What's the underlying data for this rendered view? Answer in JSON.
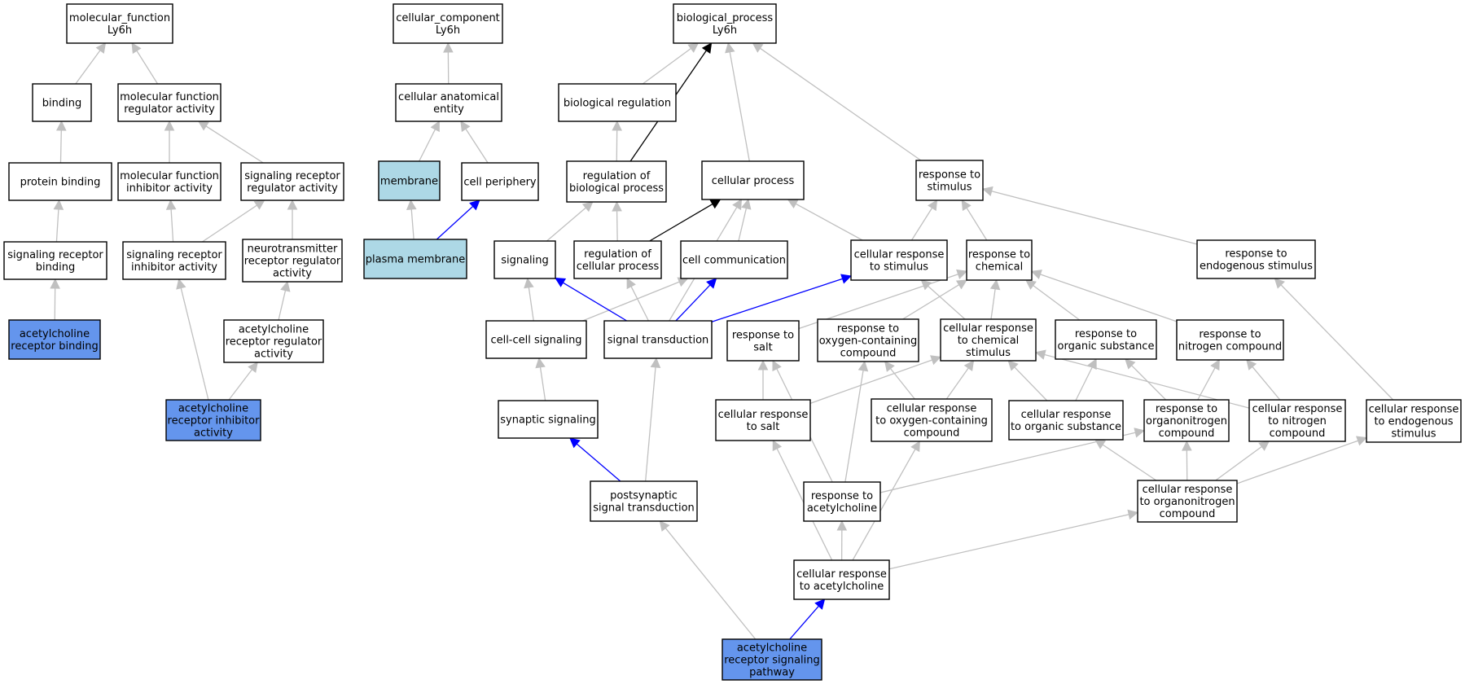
{
  "colors": {
    "node_default": "#ffffff",
    "node_highlight": "#6495ed",
    "node_component": "#add8e6",
    "edge_gray": "#c0c0c0",
    "edge_blue": "#0000ff",
    "edge_black": "#000000"
  },
  "nodes": [
    {
      "id": "mf_root",
      "lines": [
        "molecular_function",
        "Ly6h"
      ],
      "kind": "default"
    },
    {
      "id": "binding",
      "lines": [
        "binding"
      ],
      "kind": "default"
    },
    {
      "id": "mf_reg",
      "lines": [
        "molecular function",
        "regulator activity"
      ],
      "kind": "default"
    },
    {
      "id": "protein_binding",
      "lines": [
        "protein binding"
      ],
      "kind": "default"
    },
    {
      "id": "mf_inhib",
      "lines": [
        "molecular function",
        "inhibitor activity"
      ],
      "kind": "default"
    },
    {
      "id": "sig_rec_reg",
      "lines": [
        "signaling receptor",
        "regulator activity"
      ],
      "kind": "default"
    },
    {
      "id": "sig_rec_binding",
      "lines": [
        "signaling receptor",
        "binding"
      ],
      "kind": "default"
    },
    {
      "id": "sig_rec_inhib",
      "lines": [
        "signaling receptor",
        "inhibitor activity"
      ],
      "kind": "default"
    },
    {
      "id": "nt_rec_reg",
      "lines": [
        "neurotransmitter",
        "receptor regulator",
        "activity"
      ],
      "kind": "default"
    },
    {
      "id": "ach_rec_binding",
      "lines": [
        "acetylcholine",
        "receptor binding"
      ],
      "kind": "highlight"
    },
    {
      "id": "ach_rec_reg",
      "lines": [
        "acetylcholine",
        "receptor regulator",
        "activity"
      ],
      "kind": "default"
    },
    {
      "id": "ach_rec_inhib",
      "lines": [
        "acetylcholine",
        "receptor inhibitor",
        "activity"
      ],
      "kind": "highlight"
    },
    {
      "id": "cc_root",
      "lines": [
        "cellular_component",
        "Ly6h"
      ],
      "kind": "default"
    },
    {
      "id": "cae",
      "lines": [
        "cellular anatomical",
        "entity"
      ],
      "kind": "default"
    },
    {
      "id": "membrane",
      "lines": [
        "membrane"
      ],
      "kind": "component"
    },
    {
      "id": "cell_periphery",
      "lines": [
        "cell periphery"
      ],
      "kind": "default"
    },
    {
      "id": "plasma_membrane",
      "lines": [
        "plasma membrane"
      ],
      "kind": "component"
    },
    {
      "id": "bp_root",
      "lines": [
        "biological_process",
        "Ly6h"
      ],
      "kind": "default"
    },
    {
      "id": "bio_reg",
      "lines": [
        "biological regulation"
      ],
      "kind": "default"
    },
    {
      "id": "reg_bio_proc",
      "lines": [
        "regulation of",
        "biological process"
      ],
      "kind": "default"
    },
    {
      "id": "cell_proc",
      "lines": [
        "cellular process"
      ],
      "kind": "default"
    },
    {
      "id": "resp_stim",
      "lines": [
        "response to",
        "stimulus"
      ],
      "kind": "default"
    },
    {
      "id": "signaling",
      "lines": [
        "signaling"
      ],
      "kind": "default"
    },
    {
      "id": "reg_cell_proc",
      "lines": [
        "regulation of",
        "cellular process"
      ],
      "kind": "default"
    },
    {
      "id": "cell_comm",
      "lines": [
        "cell communication"
      ],
      "kind": "default"
    },
    {
      "id": "cell_resp_stim",
      "lines": [
        "cellular response",
        "to stimulus"
      ],
      "kind": "default"
    },
    {
      "id": "resp_chem",
      "lines": [
        "response to",
        "chemical"
      ],
      "kind": "default"
    },
    {
      "id": "resp_endo",
      "lines": [
        "response to",
        "endogenous stimulus"
      ],
      "kind": "default"
    },
    {
      "id": "cc_sig",
      "lines": [
        "cell-cell signaling"
      ],
      "kind": "default"
    },
    {
      "id": "sig_trans",
      "lines": [
        "signal transduction"
      ],
      "kind": "default"
    },
    {
      "id": "resp_salt",
      "lines": [
        "response to",
        "salt"
      ],
      "kind": "default"
    },
    {
      "id": "resp_oxy",
      "lines": [
        "response to",
        "oxygen-containing",
        "compound"
      ],
      "kind": "default"
    },
    {
      "id": "cell_resp_chem",
      "lines": [
        "cellular response",
        "to chemical",
        "stimulus"
      ],
      "kind": "default"
    },
    {
      "id": "resp_org",
      "lines": [
        "response to",
        "organic substance"
      ],
      "kind": "default"
    },
    {
      "id": "resp_nitro",
      "lines": [
        "response to",
        "nitrogen compound"
      ],
      "kind": "default"
    },
    {
      "id": "syn_sig",
      "lines": [
        "synaptic signaling"
      ],
      "kind": "default"
    },
    {
      "id": "cell_resp_salt",
      "lines": [
        "cellular response",
        "to salt"
      ],
      "kind": "default"
    },
    {
      "id": "cell_resp_oxy",
      "lines": [
        "cellular response",
        "to oxygen-containing",
        "compound"
      ],
      "kind": "default"
    },
    {
      "id": "cell_resp_org",
      "lines": [
        "cellular response",
        "to organic substance"
      ],
      "kind": "default"
    },
    {
      "id": "resp_orgnitro",
      "lines": [
        "response to",
        "organonitrogen",
        "compound"
      ],
      "kind": "default"
    },
    {
      "id": "cell_resp_nitro",
      "lines": [
        "cellular response",
        "to nitrogen",
        "compound"
      ],
      "kind": "default"
    },
    {
      "id": "cell_resp_endo",
      "lines": [
        "cellular response",
        "to endogenous",
        "stimulus"
      ],
      "kind": "default"
    },
    {
      "id": "postsyn",
      "lines": [
        "postsynaptic",
        "signal transduction"
      ],
      "kind": "default"
    },
    {
      "id": "resp_ach",
      "lines": [
        "response to",
        "acetylcholine"
      ],
      "kind": "default"
    },
    {
      "id": "cell_resp_orgnitro",
      "lines": [
        "cellular response",
        "to organonitrogen",
        "compound"
      ],
      "kind": "default"
    },
    {
      "id": "cell_resp_ach",
      "lines": [
        "cellular response",
        "to acetylcholine"
      ],
      "kind": "default"
    },
    {
      "id": "ach_path",
      "lines": [
        "acetylcholine",
        "receptor signaling",
        "pathway"
      ],
      "kind": "highlight"
    }
  ],
  "edges": [
    {
      "from": "binding",
      "to": "mf_root",
      "style": "gray"
    },
    {
      "from": "mf_reg",
      "to": "mf_root",
      "style": "gray"
    },
    {
      "from": "protein_binding",
      "to": "binding",
      "style": "gray"
    },
    {
      "from": "mf_inhib",
      "to": "mf_reg",
      "style": "gray"
    },
    {
      "from": "sig_rec_reg",
      "to": "mf_reg",
      "style": "gray"
    },
    {
      "from": "sig_rec_binding",
      "to": "protein_binding",
      "style": "gray"
    },
    {
      "from": "sig_rec_inhib",
      "to": "mf_inhib",
      "style": "gray"
    },
    {
      "from": "sig_rec_inhib",
      "to": "sig_rec_reg",
      "style": "gray"
    },
    {
      "from": "nt_rec_reg",
      "to": "sig_rec_reg",
      "style": "gray"
    },
    {
      "from": "ach_rec_binding",
      "to": "sig_rec_binding",
      "style": "gray"
    },
    {
      "from": "ach_rec_reg",
      "to": "nt_rec_reg",
      "style": "gray"
    },
    {
      "from": "ach_rec_inhib",
      "to": "sig_rec_inhib",
      "style": "gray"
    },
    {
      "from": "ach_rec_inhib",
      "to": "ach_rec_reg",
      "style": "gray"
    },
    {
      "from": "cae",
      "to": "cc_root",
      "style": "gray"
    },
    {
      "from": "membrane",
      "to": "cae",
      "style": "gray"
    },
    {
      "from": "cell_periphery",
      "to": "cae",
      "style": "gray"
    },
    {
      "from": "plasma_membrane",
      "to": "membrane",
      "style": "gray"
    },
    {
      "from": "plasma_membrane",
      "to": "cell_periphery",
      "style": "blue"
    },
    {
      "from": "bio_reg",
      "to": "bp_root",
      "style": "gray"
    },
    {
      "from": "reg_bio_proc",
      "to": "bp_root",
      "style": "black"
    },
    {
      "from": "cell_proc",
      "to": "bp_root",
      "style": "gray"
    },
    {
      "from": "resp_stim",
      "to": "bp_root",
      "style": "gray"
    },
    {
      "from": "reg_bio_proc",
      "to": "bio_reg",
      "style": "gray"
    },
    {
      "from": "signaling",
      "to": "reg_bio_proc",
      "style": "gray"
    },
    {
      "from": "reg_cell_proc",
      "to": "reg_bio_proc",
      "style": "gray"
    },
    {
      "from": "reg_cell_proc",
      "to": "cell_proc",
      "style": "black"
    },
    {
      "from": "cell_comm",
      "to": "cell_proc",
      "style": "gray"
    },
    {
      "from": "cell_resp_stim",
      "to": "cell_proc",
      "style": "gray"
    },
    {
      "from": "cell_resp_stim",
      "to": "resp_stim",
      "style": "gray"
    },
    {
      "from": "resp_chem",
      "to": "resp_stim",
      "style": "gray"
    },
    {
      "from": "resp_endo",
      "to": "resp_stim",
      "style": "gray"
    },
    {
      "from": "cc_sig",
      "to": "signaling",
      "style": "gray"
    },
    {
      "from": "cc_sig",
      "to": "cell_comm",
      "style": "gray"
    },
    {
      "from": "sig_trans",
      "to": "signaling",
      "style": "blue"
    },
    {
      "from": "sig_trans",
      "to": "reg_cell_proc",
      "style": "gray"
    },
    {
      "from": "sig_trans",
      "to": "cell_comm",
      "style": "blue"
    },
    {
      "from": "sig_trans",
      "to": "cell_resp_stim",
      "style": "blue"
    },
    {
      "from": "sig_trans",
      "to": "cell_proc",
      "style": "gray"
    },
    {
      "from": "resp_salt",
      "to": "resp_chem",
      "style": "gray"
    },
    {
      "from": "resp_oxy",
      "to": "resp_chem",
      "style": "gray"
    },
    {
      "from": "cell_resp_chem",
      "to": "resp_chem",
      "style": "gray"
    },
    {
      "from": "cell_resp_chem",
      "to": "cell_resp_stim",
      "style": "gray"
    },
    {
      "from": "resp_org",
      "to": "resp_chem",
      "style": "gray"
    },
    {
      "from": "resp_nitro",
      "to": "resp_chem",
      "style": "gray"
    },
    {
      "from": "syn_sig",
      "to": "cc_sig",
      "style": "gray"
    },
    {
      "from": "cell_resp_salt",
      "to": "resp_salt",
      "style": "gray"
    },
    {
      "from": "cell_resp_salt",
      "to": "cell_resp_chem",
      "style": "gray"
    },
    {
      "from": "cell_resp_oxy",
      "to": "resp_oxy",
      "style": "gray"
    },
    {
      "from": "cell_resp_oxy",
      "to": "cell_resp_chem",
      "style": "gray"
    },
    {
      "from": "cell_resp_org",
      "to": "resp_org",
      "style": "gray"
    },
    {
      "from": "cell_resp_org",
      "to": "cell_resp_chem",
      "style": "gray"
    },
    {
      "from": "resp_orgnitro",
      "to": "resp_org",
      "style": "gray"
    },
    {
      "from": "resp_orgnitro",
      "to": "resp_nitro",
      "style": "gray"
    },
    {
      "from": "cell_resp_nitro",
      "to": "resp_nitro",
      "style": "gray"
    },
    {
      "from": "cell_resp_nitro",
      "to": "cell_resp_chem",
      "style": "gray"
    },
    {
      "from": "cell_resp_endo",
      "to": "resp_endo",
      "style": "gray"
    },
    {
      "from": "postsyn",
      "to": "syn_sig",
      "style": "blue"
    },
    {
      "from": "postsyn",
      "to": "sig_trans",
      "style": "gray"
    },
    {
      "from": "resp_ach",
      "to": "resp_salt",
      "style": "gray"
    },
    {
      "from": "resp_ach",
      "to": "resp_oxy",
      "style": "gray"
    },
    {
      "from": "resp_ach",
      "to": "resp_orgnitro",
      "style": "gray"
    },
    {
      "from": "cell_resp_orgnitro",
      "to": "resp_orgnitro",
      "style": "gray"
    },
    {
      "from": "cell_resp_orgnitro",
      "to": "cell_resp_org",
      "style": "gray"
    },
    {
      "from": "cell_resp_orgnitro",
      "to": "cell_resp_nitro",
      "style": "gray"
    },
    {
      "from": "cell_resp_orgnitro",
      "to": "cell_resp_endo",
      "style": "gray"
    },
    {
      "from": "cell_resp_ach",
      "to": "resp_ach",
      "style": "gray"
    },
    {
      "from": "cell_resp_ach",
      "to": "cell_resp_salt",
      "style": "gray"
    },
    {
      "from": "cell_resp_ach",
      "to": "cell_resp_oxy",
      "style": "gray"
    },
    {
      "from": "cell_resp_ach",
      "to": "cell_resp_orgnitro",
      "style": "gray"
    },
    {
      "from": "ach_path",
      "to": "postsyn",
      "style": "gray"
    },
    {
      "from": "ach_path",
      "to": "cell_resp_ach",
      "style": "blue"
    }
  ]
}
